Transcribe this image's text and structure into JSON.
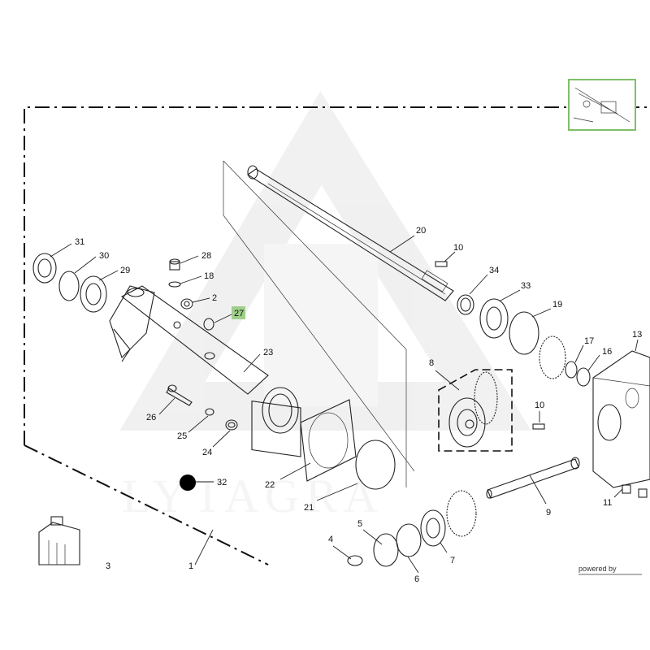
{
  "watermark": {
    "text": "LYTAGRA"
  },
  "footer": {
    "powered_label": "powered by"
  },
  "callouts": [
    "31",
    "30",
    "29",
    "28",
    "18",
    "2",
    "27",
    "23",
    "26",
    "25",
    "24",
    "32",
    "20",
    "10",
    "34",
    "33",
    "19",
    "17",
    "16",
    "13",
    "8",
    "10",
    "9",
    "11",
    "22",
    "21",
    "4",
    "5",
    "6",
    "7",
    "3",
    "1"
  ],
  "highlighted_callout": "27",
  "colors": {
    "highlight": "#9fcf8a",
    "line": "#222222",
    "watermark": "#d9d9d9"
  }
}
